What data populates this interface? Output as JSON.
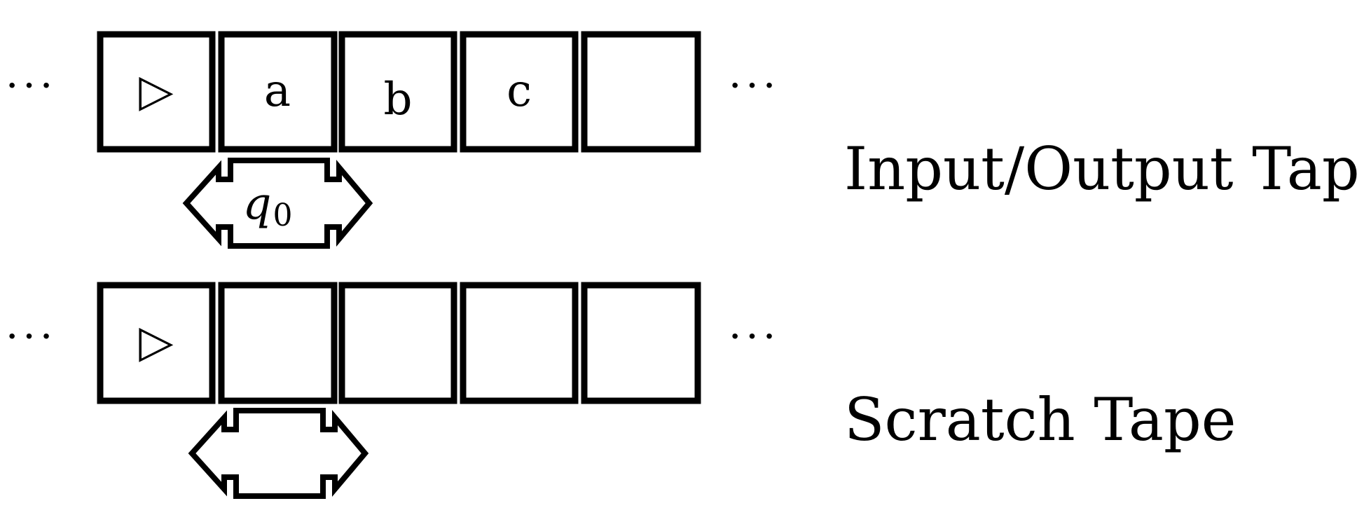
{
  "tapes": [
    {
      "label": "Input/Output Tape",
      "left_ellipsis": "···",
      "right_ellipsis": "···",
      "cells": [
        "▷",
        "a",
        "b",
        "c",
        ""
      ],
      "head": {
        "cell_index": 1,
        "state": "q",
        "state_subscript": "0"
      }
    },
    {
      "label": "Scratch Tape",
      "left_ellipsis": "···",
      "right_ellipsis": "···",
      "cells": [
        "▷",
        "",
        "",
        "",
        ""
      ],
      "head": {
        "cell_index": 1,
        "state": "",
        "state_subscript": ""
      }
    }
  ]
}
